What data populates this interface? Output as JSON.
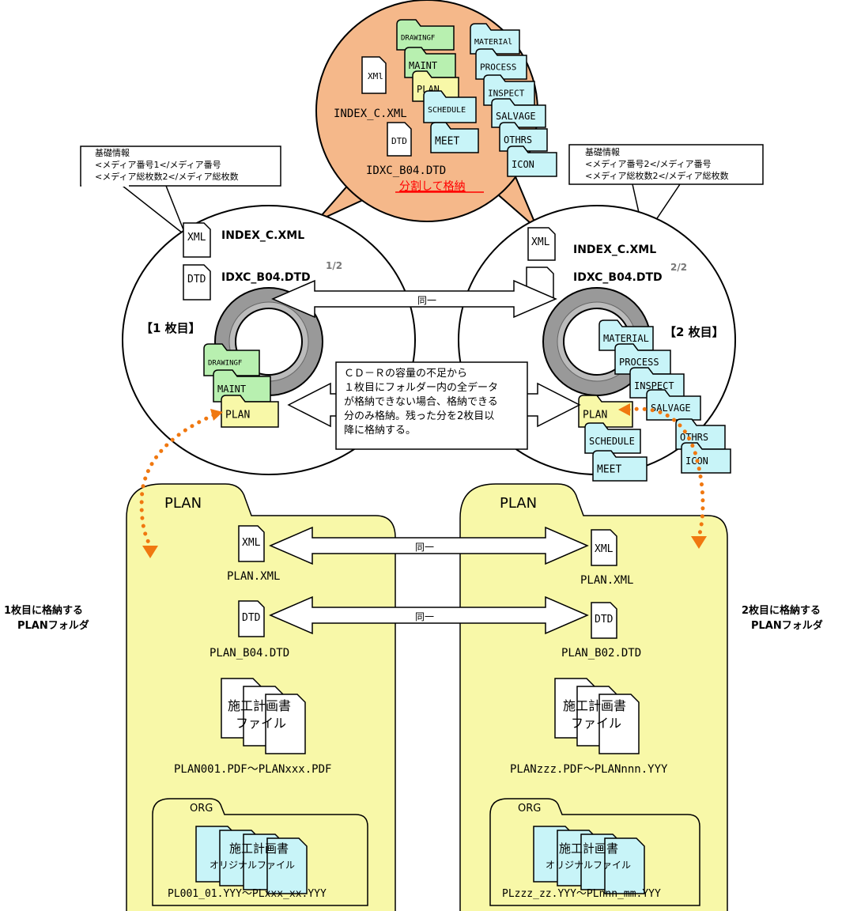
{
  "bubble": {
    "index_xml_icon": "XMl",
    "index_xml_name": "INDEX_C.XML",
    "dtd_icon": "DTD",
    "dtd_name": "IDXC_B04.DTD",
    "split_label": "分割して格納",
    "folders_left": [
      "DRAWINGF",
      "MAINT",
      "PLAN",
      "SCHEDULE",
      "MEET"
    ],
    "folders_right": [
      "MATERIAl",
      "PROCESS",
      "INSPECT",
      "SALVAGE",
      "OTHRS",
      "ICON"
    ]
  },
  "callout_left": {
    "lines": [
      "基礎情報",
      "<メディア番号1</メディア番号",
      "<メディア総枚数2</メディア総枚数"
    ]
  },
  "callout_right": {
    "lines": [
      "基礎情報",
      "<メディア番号2</メディア番号",
      "<メディア総枚数2</メディア総枚数"
    ]
  },
  "disc1": {
    "xml_icon": "XML",
    "dtd_icon": "DTD",
    "index_file": "INDEX_C.XML",
    "dtd_file": "IDXC_B04.DTD",
    "fraction": "1/2",
    "label": "【1 枚目】",
    "folders": [
      "DRAWINGF",
      "MAINT",
      "PLAN"
    ]
  },
  "disc2": {
    "xml_icon": "XML",
    "index_file": "INDEX_C.XML",
    "dtd_file": "IDXC_B04.DTD",
    "fraction": "2/2",
    "label": "【2 枚目】",
    "folders_stack": [
      "MATERIAL",
      "PROCESS",
      "INSPECT",
      "SALVAGE",
      "OTHRS",
      "ICON"
    ],
    "folders_plan": [
      "PLAN",
      "SCHEDULE",
      "MEET"
    ]
  },
  "same_label": "同一",
  "note_box": {
    "lines": [
      "ＣＤ－Ｒの容量の不足から",
      "１枚目にフォルダー内の全データ",
      "が格納できない場合、格納できる",
      "分のみ格納。残った分を2枚目以",
      "降に格納する。"
    ]
  },
  "plan_left": {
    "tab": "PLAN",
    "xml_icon": "XML",
    "xml_name": "PLAN.XML",
    "dtd_icon": "DTD",
    "dtd_name": "PLAN_B04.DTD",
    "doc_line1": "施工計画書",
    "doc_line2": "ファイル",
    "range": "PLAN001.PDF～PLANxxx.PDF",
    "org_tab": "ORG",
    "org_line1": "施工計画書",
    "org_line2": "オリジナルファイル",
    "org_range": "PL001_01.YYY～PLxxx_xx.YYY"
  },
  "plan_right": {
    "tab": "PLAN",
    "xml_icon": "XML",
    "xml_name": "PLAN.XML",
    "dtd_icon": "DTD",
    "dtd_name": "PLAN_B02.DTD",
    "doc_line1": "施工計画書",
    "doc_line2": "ファイル",
    "range": "PLANzzz.PDF～PLANnnn.YYY",
    "org_tab": "ORG",
    "org_line1": "施工計画書",
    "org_line2": "オリジナルファイル",
    "org_range": "PLzzz_zz.YYY～PLnnn_mm.YYY"
  },
  "side_left": [
    "1枚目に格納する",
    "PLANフォルダ"
  ],
  "side_right": [
    "2枚目に格納する",
    "PLANフォルダ"
  ],
  "colors": {
    "bubble": "#f5b88a",
    "green": "#b8f0b0",
    "cyan": "#c8f4f8",
    "yellow": "#f8f8a8",
    "ring": "#999999",
    "dots": "#f07810",
    "red": "#ff0000"
  }
}
